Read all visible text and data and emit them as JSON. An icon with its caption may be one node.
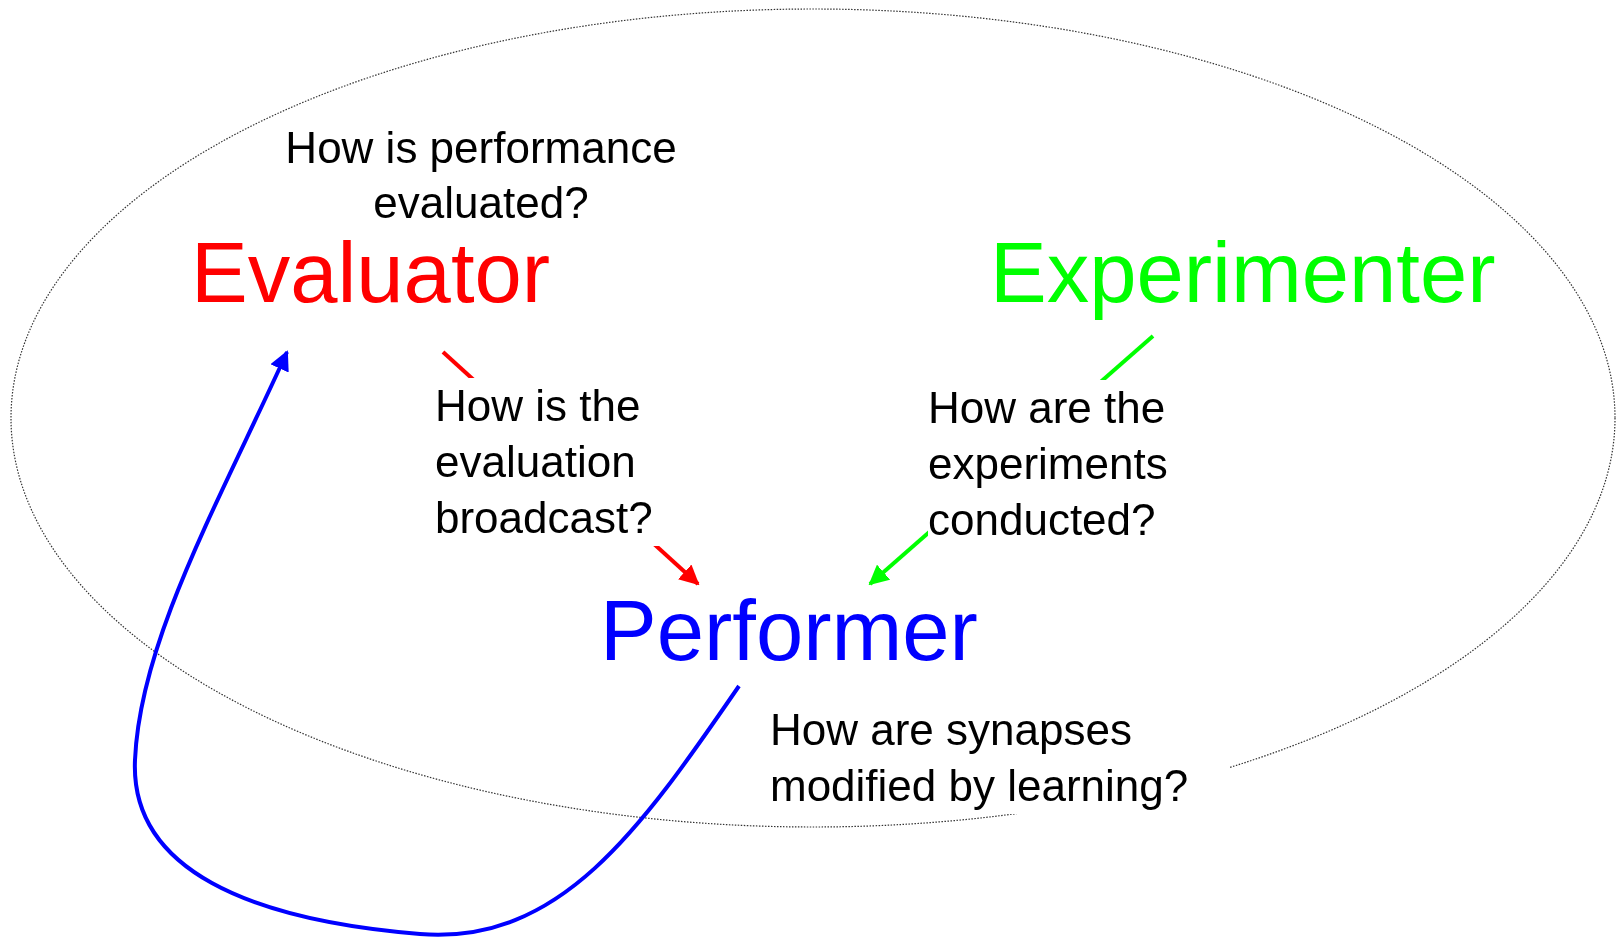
{
  "diagram": {
    "nodes": [
      {
        "text": [],
        "shape": "ellipse"
      },
      {
        "text": [
          "Evaluator"
        ],
        "in": 0,
        "beside": [
          "How is performance evaluated?"
        ]
      },
      {
        "text": [
          "Experimenter"
        ],
        "in": 0
      },
      {
        "text": [
          "Performer"
        ],
        "in": 0
      }
    ],
    "edges": [
      {
        "from": 1,
        "to": 3,
        "arrow": "to",
        "color": "#ff0000",
        "label": "How is the evaluation broadcast?"
      },
      {
        "from": 2,
        "to": 3,
        "arrow": "to",
        "color": "#00ff00",
        "label": "How are the experiments conducted?"
      },
      {
        "from": 3,
        "to": 1,
        "arrow": "to",
        "color": "#0000ff",
        "label": "How are synapses modified by learning?"
      }
    ]
  }
}
